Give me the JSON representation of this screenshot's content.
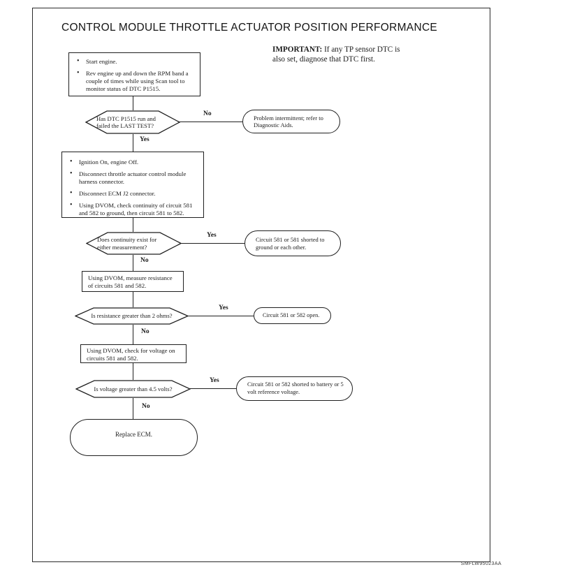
{
  "page": {
    "title": "CONTROL MODULE THROTTLE ACTUATOR POSITION PERFORMANCE",
    "important": {
      "label": "IMPORTANT:",
      "text": "If any TP sensor DTC is also set, diagnose that DTC first."
    },
    "figure_code": "SMFLW95023AA"
  },
  "flowchart": {
    "start_box": {
      "bullets": [
        "Start engine.",
        "Rev engine up and down the RPM band a couple of times while using Scan tool to monitor status of DTC P1515."
      ]
    },
    "decision_dtc_run": {
      "question": "Has DTC P1515 run and failed the LAST TEST?",
      "no_label": "No",
      "yes_label": "Yes"
    },
    "result_intermittent": {
      "text": "Problem intermittent; refer to Diagnostic Aids."
    },
    "setup_box": {
      "bullets": [
        "Ignition On, engine Off.",
        "Disconnect throttle actuator control module harness connector.",
        "Disconnect ECM J2 connector.",
        "Using DVOM, check continuity of circuit 581 and 582 to ground, then circuit 581 to 582."
      ]
    },
    "decision_continuity": {
      "question": "Does continuity exist for either measurement?",
      "yes_label": "Yes",
      "no_label": "No"
    },
    "result_shorted_ground": {
      "text": "Circuit 581 or 581 shorted to ground or each other."
    },
    "resistance_box": {
      "text": "Using DVOM, measure resistance of circuits 581 and 582."
    },
    "decision_resistance": {
      "question": "Is resistance greater than 2 ohms?",
      "yes_label": "Yes",
      "no_label": "No"
    },
    "result_open": {
      "text": "Circuit 581 or 582 open."
    },
    "voltage_box": {
      "text": "Using DVOM, check for voltage on circuits 581 and 582."
    },
    "decision_voltage": {
      "question": "Is voltage greater than 4.5 volts?",
      "yes_label": "Yes",
      "no_label": "No"
    },
    "result_shorted_battery": {
      "text": "Circuit 581 or 582 shorted to battery or 5 volt reference voltage."
    },
    "terminal": {
      "text": "Replace ECM."
    }
  }
}
